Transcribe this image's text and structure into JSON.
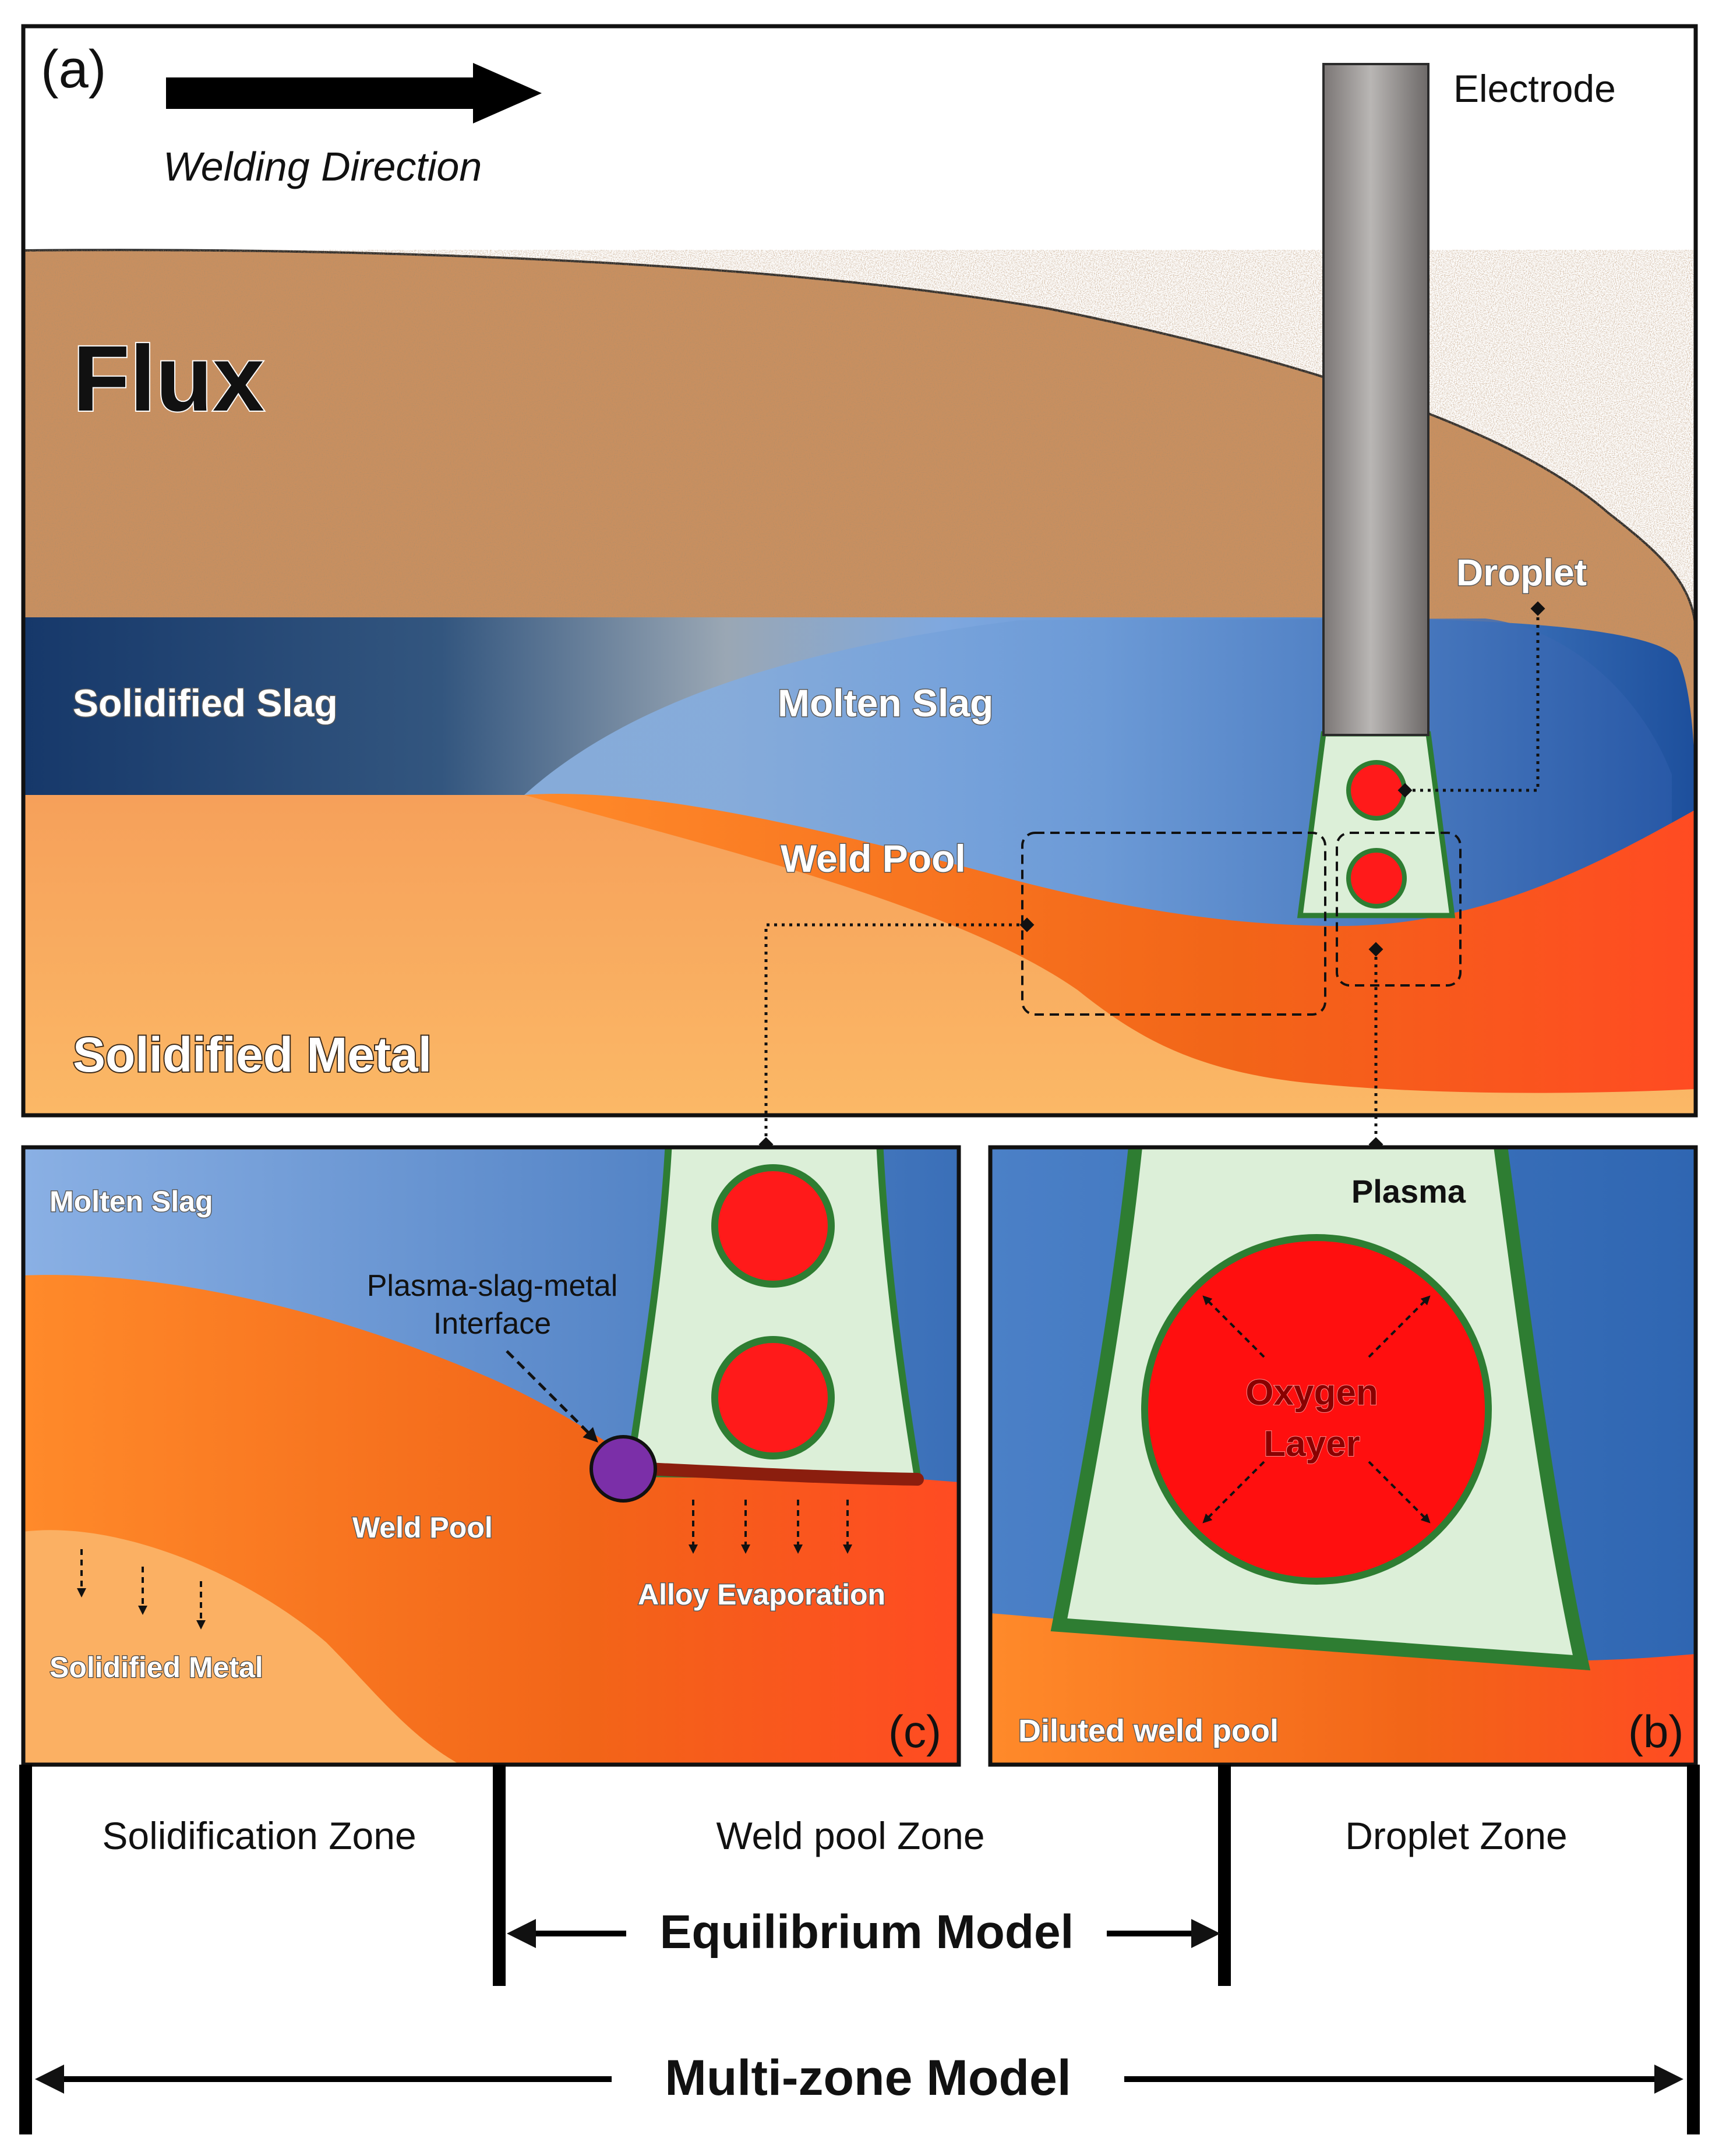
{
  "panel_a": {
    "tag": "(a)",
    "welding_direction": "Welding Direction",
    "electrode": "Electrode",
    "flux": "Flux",
    "droplet": "Droplet",
    "solidified_slag": "Solidified Slag",
    "molten_slag": "Molten Slag",
    "weld_pool": "Weld Pool",
    "solidified_metal": "Solidified Metal"
  },
  "panel_c": {
    "tag": "(c)",
    "molten_slag": "Molten Slag",
    "interface_line1": "Plasma-slag-metal",
    "interface_line2": "Interface",
    "weld_pool": "Weld Pool",
    "alloy_evaporation": "Alloy Evaporation",
    "solidified_metal": "Solidified Metal"
  },
  "panel_b": {
    "tag": "(b)",
    "plasma": "Plasma",
    "oxygen_line1": "Oxygen",
    "oxygen_line2": "Layer",
    "diluted_weld_pool": "Diluted weld pool"
  },
  "zones": {
    "solidification": "Solidification Zone",
    "weldpool": "Weld pool Zone",
    "droplet": "Droplet Zone",
    "equilibrium_model": "Equilibrium Model",
    "multizone_model": "Multi-zone Model"
  },
  "colors": {
    "flux": "#c98f5f",
    "solidified_slag": "#1c3c6e",
    "molten_slag": "#7fa8df",
    "weld_pool": "#f26a1e",
    "solidified_metal": "#f8ad5f",
    "droplet": "#ff1a1a",
    "plasma": "#dcefd8",
    "plasma_edge": "#2e7d32",
    "interface": "#7b2fa8",
    "electrode": "#9e9a98"
  }
}
